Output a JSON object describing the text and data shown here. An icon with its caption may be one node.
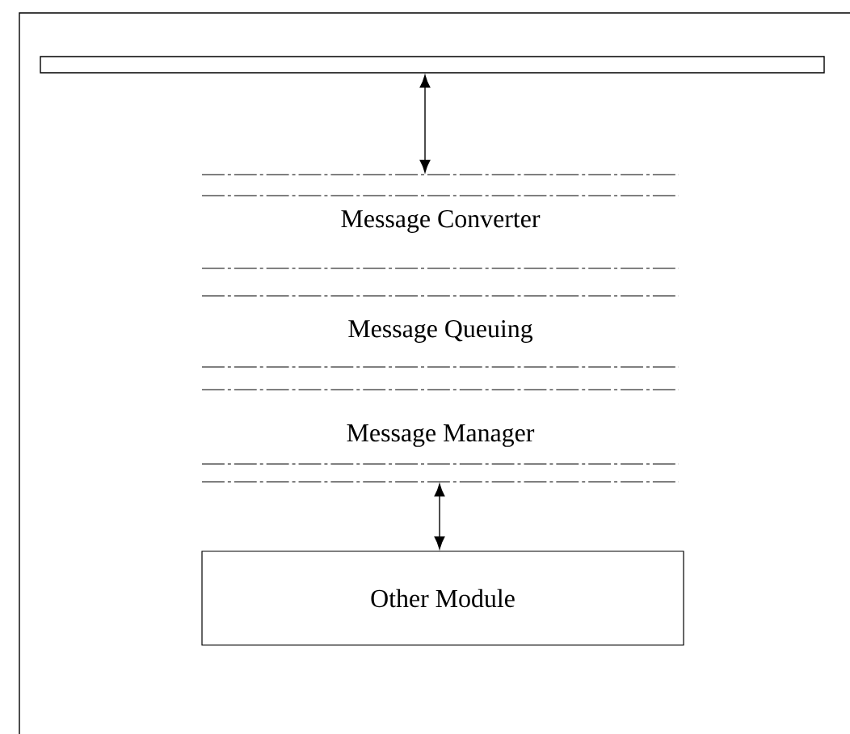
{
  "diagram": {
    "nodes": [
      {
        "text": [],
        "shape": "bar"
      },
      {
        "text": [
          "Message Converter"
        ]
      },
      {
        "text": [
          "Message Queuing"
        ]
      },
      {
        "text": [
          "Message Manager"
        ]
      },
      {
        "text": [
          "Other Module"
        ]
      }
    ],
    "edges": [
      {
        "from": 0,
        "to": 1,
        "arrow": "both"
      },
      {
        "from": 3,
        "to": 4,
        "arrow": "both"
      }
    ]
  }
}
